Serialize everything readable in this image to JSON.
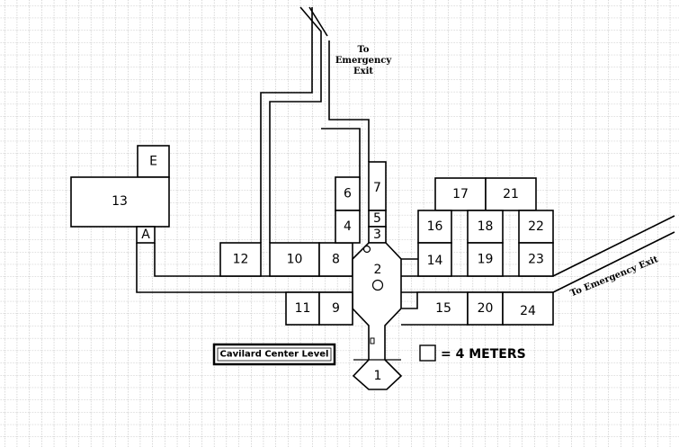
{
  "map": {
    "title": "Cavilard Center Level",
    "scale_label": "= 4 METERS",
    "exit_top_label": [
      "To",
      "Emergency",
      "Exit"
    ],
    "exit_right_label": "To Emergency Exit",
    "rooms": [
      {
        "id": "E",
        "label": "E"
      },
      {
        "id": "13",
        "label": "13"
      },
      {
        "id": "A",
        "label": "A"
      },
      {
        "id": "12",
        "label": "12"
      },
      {
        "id": "10",
        "label": "10"
      },
      {
        "id": "8",
        "label": "8"
      },
      {
        "id": "6",
        "label": "6"
      },
      {
        "id": "4",
        "label": "4"
      },
      {
        "id": "7",
        "label": "7"
      },
      {
        "id": "5",
        "label": "5"
      },
      {
        "id": "3",
        "label": "3"
      },
      {
        "id": "2",
        "label": "2"
      },
      {
        "id": "1",
        "label": "1"
      },
      {
        "id": "11",
        "label": "11"
      },
      {
        "id": "9",
        "label": "9"
      },
      {
        "id": "17",
        "label": "17"
      },
      {
        "id": "21",
        "label": "21"
      },
      {
        "id": "16",
        "label": "16"
      },
      {
        "id": "18",
        "label": "18"
      },
      {
        "id": "22",
        "label": "22"
      },
      {
        "id": "14",
        "label": "14"
      },
      {
        "id": "19",
        "label": "19"
      },
      {
        "id": "23",
        "label": "23"
      },
      {
        "id": "15",
        "label": "15"
      },
      {
        "id": "20",
        "label": "20"
      },
      {
        "id": "24",
        "label": "24"
      }
    ]
  }
}
